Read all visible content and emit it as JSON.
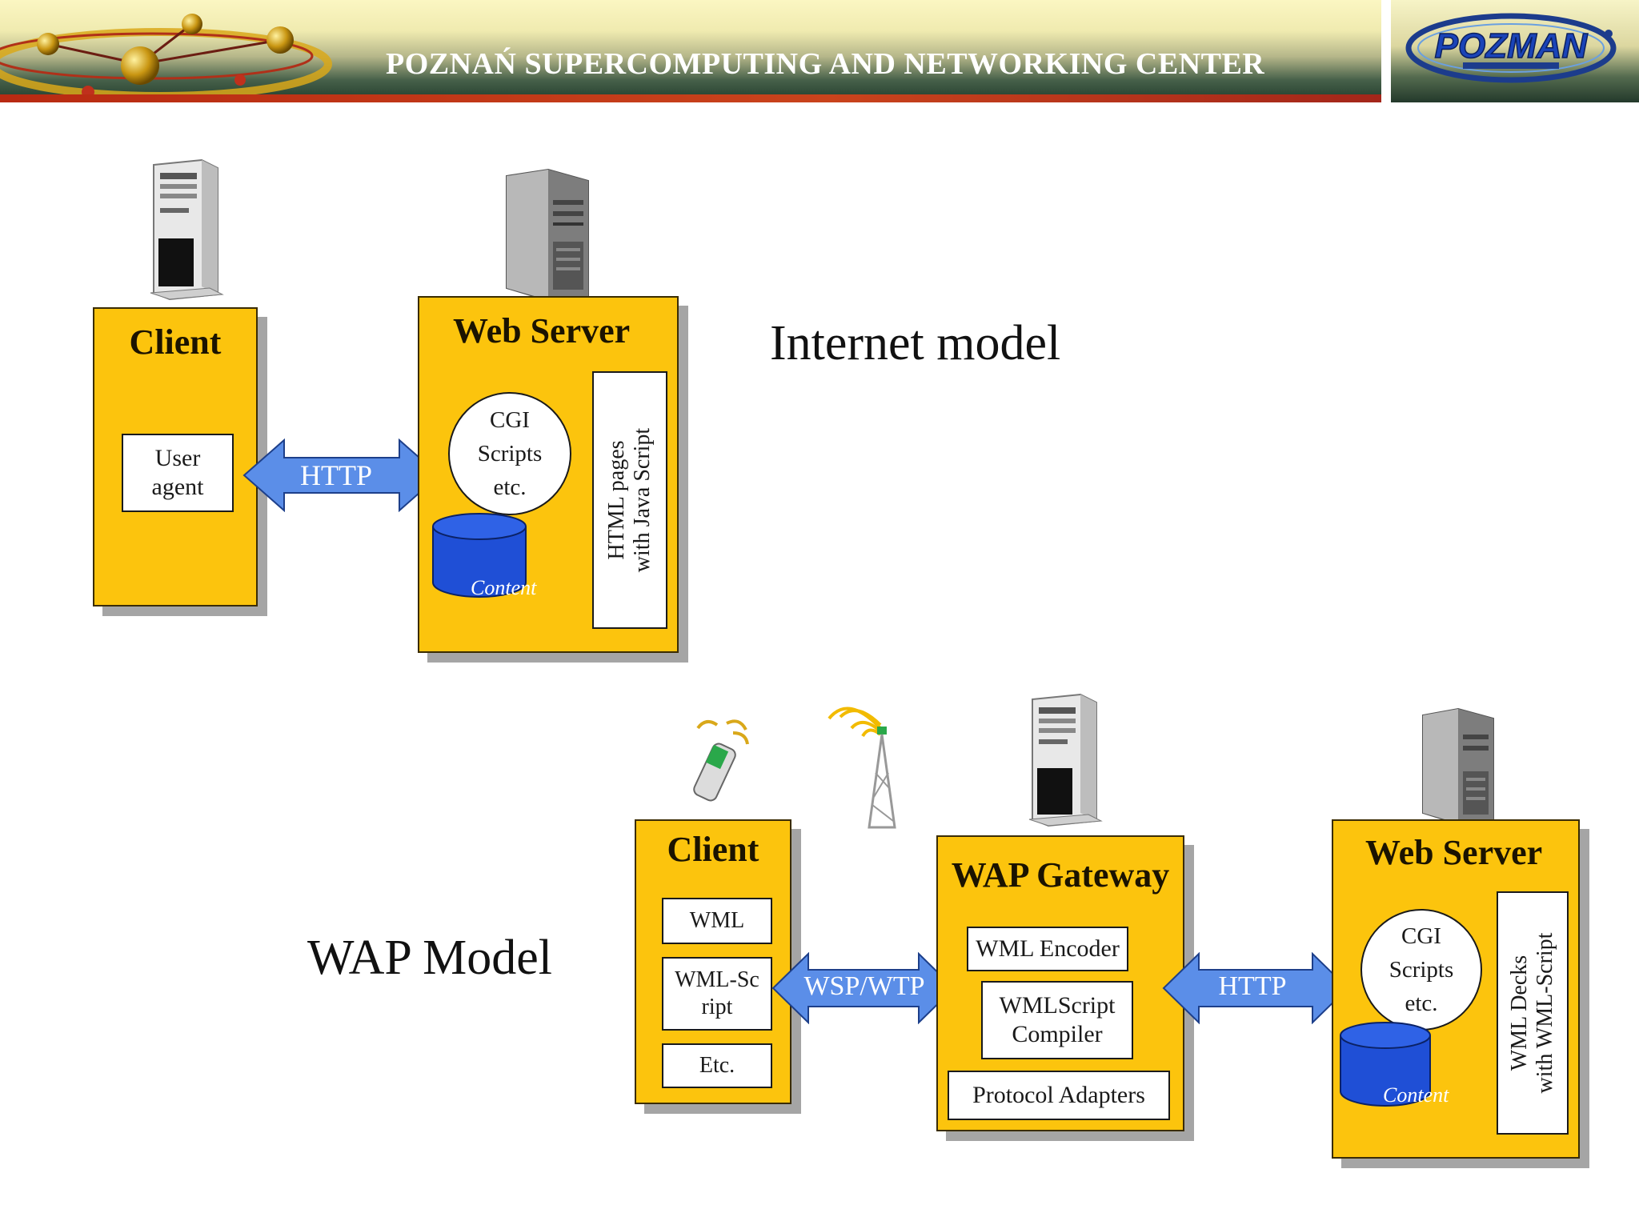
{
  "banner": {
    "title": "POZNAŃ SUPERCOMPUTING AND NETWORKING CENTER",
    "logo_text": "POZMAN"
  },
  "internet_model": {
    "label": "Internet model",
    "client": {
      "title": "Client",
      "user_agent": [
        "User",
        "agent"
      ]
    },
    "arrow": "HTTP",
    "web_server": {
      "title": "Web Server",
      "cgi": [
        "CGI",
        "Scripts",
        "etc."
      ],
      "content": "Content",
      "pages": [
        "HTML pages",
        "with Java Script"
      ]
    }
  },
  "wap_model": {
    "label": "WAP Model",
    "client": {
      "title": "Client",
      "items": [
        "WML",
        "WML-Script",
        "Etc."
      ]
    },
    "arrow_left": "WSP/WTP",
    "gateway": {
      "title": "WAP Gateway",
      "encoder": "WML Encoder",
      "compiler": [
        "WMLScript",
        "Compiler"
      ],
      "adapters": "Protocol Adapters"
    },
    "arrow_right": "HTTP",
    "web_server": {
      "title": "Web Server",
      "cgi": [
        "CGI",
        "Scripts",
        "etc."
      ],
      "content": "Content",
      "decks": [
        "WML Decks",
        "with WML-Script"
      ]
    }
  },
  "icons": [
    "planets-graphic",
    "pozman-logo",
    "client-pc-icon",
    "web-server-tower-icon",
    "mobile-phone-icon",
    "radio-tower-icon",
    "gateway-pc-icon",
    "wap-web-server-tower-icon",
    "database-icon"
  ],
  "colors": {
    "box": "#fcc40d",
    "arrow": "#5b8ee8",
    "database": "#1f4fd6",
    "banner_red": "#b82a12"
  }
}
